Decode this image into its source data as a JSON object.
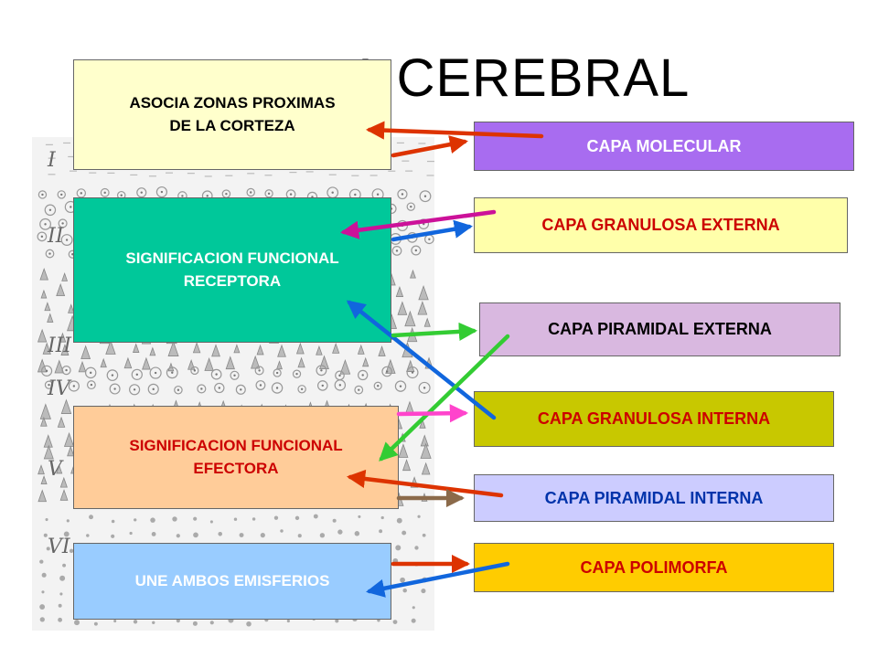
{
  "title": "A CEREBRAL",
  "left_boxes": [
    {
      "text": "ASOCIA ZONAS PROXIMAS\nDE LA CORTEZA",
      "bg": "#ffffcc",
      "color": "#000000"
    },
    {
      "text": "SIGNIFICACION FUNCIONAL\nRECEPTORA",
      "bg": "#00c89a",
      "color": "#ffffff"
    },
    {
      "text": "SIGNIFICACION FUNCIONAL\nEFECTORA",
      "bg": "#ffcc99",
      "color": "#cc0000"
    },
    {
      "text": "UNE AMBOS EMISFERIOS",
      "bg": "#99ccff",
      "color": "#ffffff"
    }
  ],
  "right_boxes": [
    {
      "text": "CAPA MOLECULAR",
      "bg": "#a86cf0",
      "color": "#ffffff"
    },
    {
      "text": "CAPA GRANULOSA EXTERNA",
      "bg": "#ffffaa",
      "color": "#cc0000"
    },
    {
      "text": "CAPA PIRAMIDAL EXTERNA",
      "bg": "#d9b8e0",
      "color": "#000000"
    },
    {
      "text": "CAPA GRANULOSA INTERNA",
      "bg": "#c8c800",
      "color": "#cc0000"
    },
    {
      "text": "CAPA PIRAMIDAL INTERNA",
      "bg": "#ccccff",
      "color": "#0033aa"
    },
    {
      "text": "CAPA POLIMORFA",
      "bg": "#ffcc00",
      "color": "#cc0000"
    }
  ],
  "layer_numerals": [
    "I",
    "II",
    "III",
    "IV",
    "V",
    "VI"
  ],
  "arrow_colors": {
    "red": "#dd3300",
    "magenta": "#cc1199",
    "blue": "#1166dd",
    "green": "#33cc33",
    "pink": "#ff44cc",
    "brown": "#8b6a4a"
  }
}
